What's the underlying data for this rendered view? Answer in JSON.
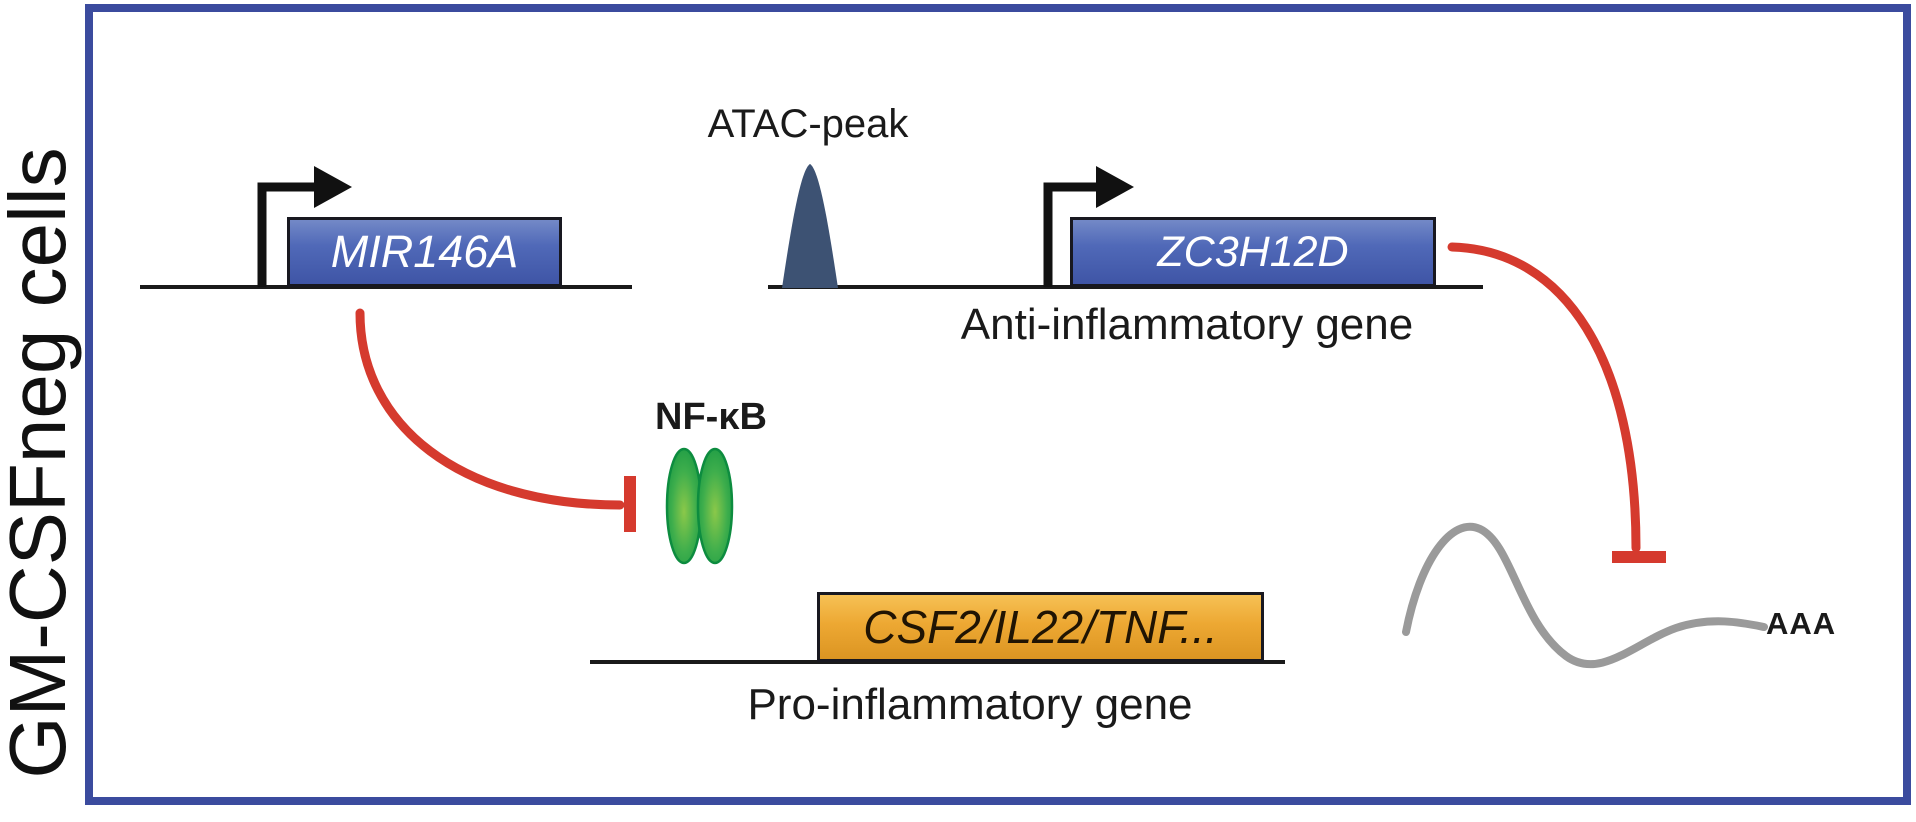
{
  "panel": {
    "side_label": "GM-CSFneg cells",
    "frame_color": "#3b4b9e",
    "background": "#ffffff"
  },
  "labels": {
    "atac_peak": "ATAC-peak",
    "nfkb": "NF-κB",
    "anti_inflammatory": "Anti-inflammatory gene",
    "pro_inflammatory": "Pro-inflammatory gene",
    "poly_a": "AAA"
  },
  "genes": {
    "mir146a": {
      "label": "MIR146A"
    },
    "zc3h12d": {
      "label": "ZC3H12D"
    },
    "pro_inflammatory": {
      "label": "CSF2/IL22/TNF..."
    }
  },
  "colors": {
    "gene_box_blue_top": "#7389c7",
    "gene_box_blue_bottom": "#3f55a6",
    "pro_box_orange_top": "#f6c155",
    "pro_box_orange_bottom": "#dc9522",
    "inhibition_red": "#d53a2e",
    "nfkb_green_edge": "#179843",
    "nfkb_green_center": "#8bc84a",
    "atac_peak_navy": "#3d5273",
    "mrna_gray": "#9a9a9a",
    "line_black": "#1a1a1a",
    "promoter_black": "#111111"
  }
}
